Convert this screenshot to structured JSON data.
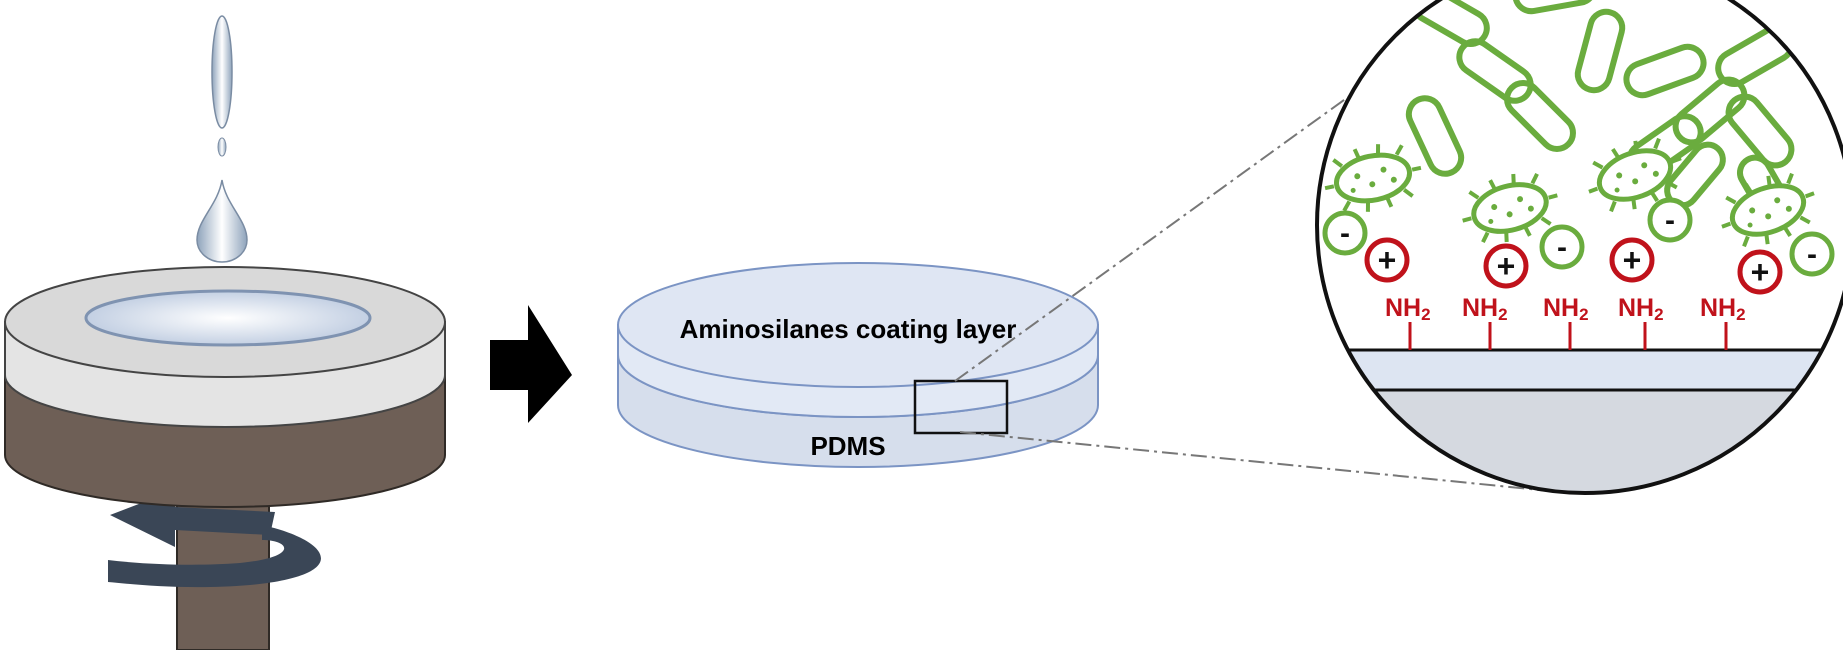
{
  "labels": {
    "coating_layer": "Aminosilanes coating layer",
    "substrate": "PDMS",
    "amine_group": "NH",
    "amine_subscript": "2",
    "positive_charge": "+",
    "negative_charge": "-"
  },
  "colors": {
    "spin_top": "#e8e8e8",
    "spin_body": "#6e5f56",
    "spin_shaft": "#6e5f56",
    "rotation_arrow": "#3a4656",
    "process_arrow": "#000000",
    "disk_fill": "#dde5f2",
    "disk_stroke": "#7b94c4",
    "bacteria": "#6aac3e",
    "amine_red": "#c0121b",
    "negative_green": "#6aac3e",
    "droplet": "#b9cbe0"
  },
  "icons": {
    "droplet": "water-drop-icon",
    "rotation": "rotation-arrow-icon",
    "process": "right-arrow-icon",
    "bacterium": "bacterium-icon",
    "magnifier": "zoom-circle"
  }
}
